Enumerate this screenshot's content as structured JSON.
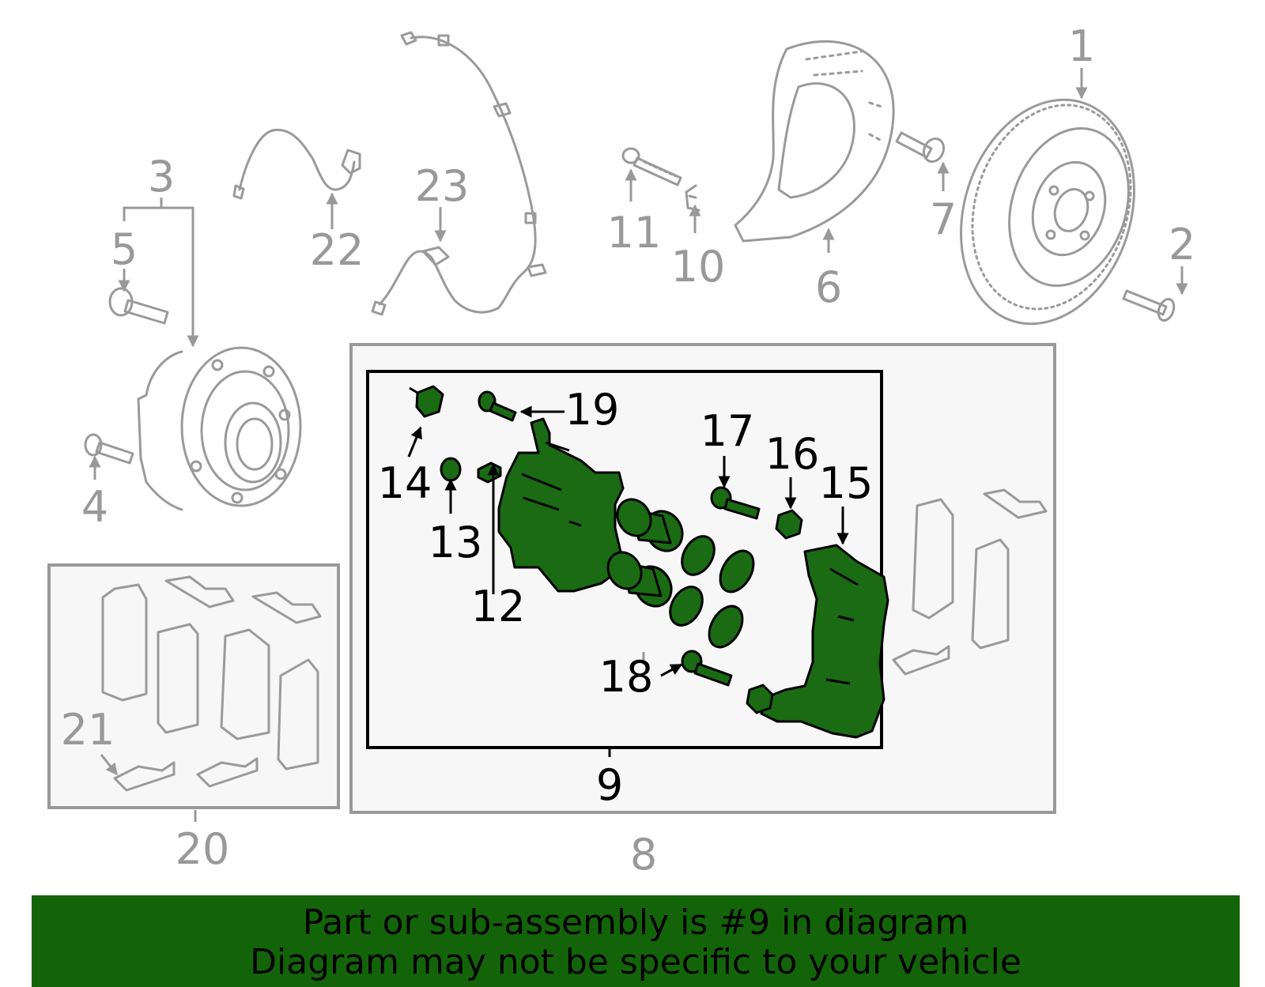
{
  "diagram": {
    "callouts": {
      "c1": "1",
      "c2": "2",
      "c3": "3",
      "c4": "4",
      "c5": "5",
      "c6": "6",
      "c7": "7",
      "c8": "8",
      "c9": "9",
      "c10": "10",
      "c11": "11",
      "c12": "12",
      "c13": "13",
      "c14": "14",
      "c15": "15",
      "c16": "16",
      "c17": "17",
      "c18": "18",
      "c19": "19",
      "c20": "20",
      "c21": "21",
      "c22": "22",
      "c23": "23"
    },
    "highlight_color": "#1a6b14",
    "line_color_context": "#999999",
    "line_color_highlight": "#000000"
  },
  "banner": {
    "line1": "Part or sub-assembly is #9 in diagram",
    "line2": "Diagram may not be specific to your vehicle",
    "background": "#136409"
  }
}
